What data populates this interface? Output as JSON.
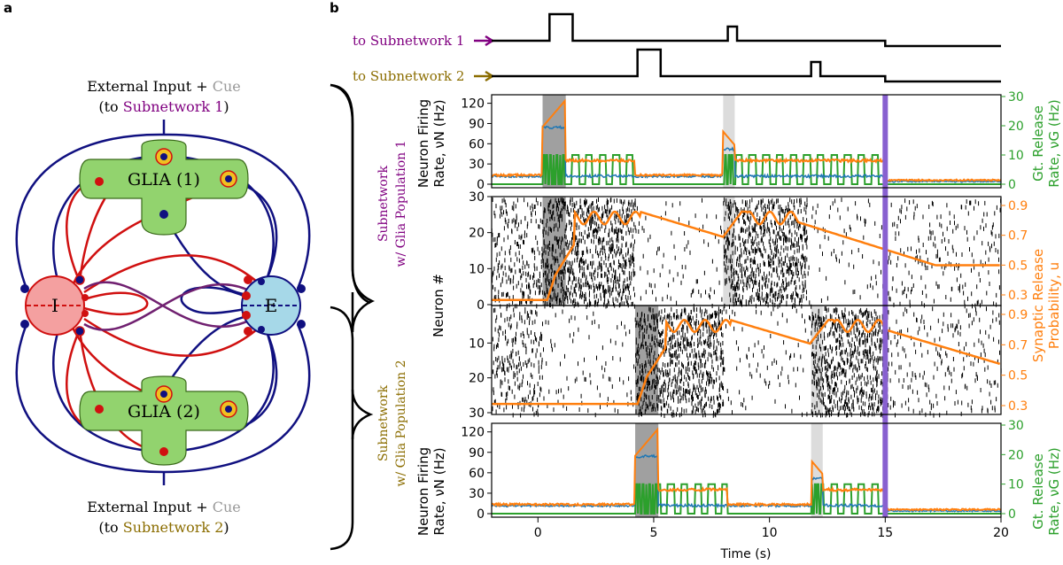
{
  "panel_a": {
    "label": "a",
    "top_input_line1_a": "External Input + ",
    "top_input_line1_b": "Cue",
    "top_input_line2_a": "(to ",
    "top_input_line2_b": "Subnetwork 1",
    "top_input_line2_c": ")",
    "bottom_input_line1_a": "External Input + ",
    "bottom_input_line1_b": "Cue",
    "bottom_input_line2_a": "(to ",
    "bottom_input_line2_b": "Subnetwork 2",
    "bottom_input_line2_c": ")",
    "glia1_label": "GLIA (1)",
    "glia2_label": "GLIA (2)",
    "inhibitory_label": "I",
    "excitatory_label": "E"
  },
  "panel_b": {
    "label": "b",
    "input1_label": "to Subnetwork 1",
    "input2_label": "to Subnetwork 2",
    "subnet1_line1": "Subnetwork",
    "subnet1_line2": "w/ Glia Population 1",
    "subnet2_line1": "Subnetwork",
    "subnet2_line2": "w/ Glia Population 2",
    "neuron_axis": "Neuron #",
    "rate_left_line1": "Neuron Firing",
    "rate_left_line2": "Rate, νN (Hz)",
    "rate_right_line1": "Gt. Release",
    "rate_right_line2": "Rate, νG (Hz)",
    "u_axis_line1": "Synaptic Release",
    "u_axis_line2": "Probability, u",
    "time_axis": "Time (s)"
  },
  "colors": {
    "subnet1": "#800080",
    "subnet2": "#8B6D00",
    "cue": "#999999",
    "inhibitory_fill": "#f4a0a0",
    "excitatory_fill": "#a6d8e8",
    "glia_fill": "#92d36e",
    "red_path": "#d01010",
    "blue_path": "#101080",
    "neuron_rate": "#1f77b4",
    "u_curve": "#ff7f0e",
    "glia_rate": "#2ca02c",
    "cutoff": "#8860d0"
  },
  "chart_data": [
    {
      "type": "line",
      "name": "input-pulses",
      "x_range": [
        -2,
        20
      ],
      "series": [
        {
          "name": "to Subnetwork 1",
          "pulses": [
            [
              0.5,
              1.5,
              "high"
            ],
            [
              8.2,
              8.6,
              "low"
            ]
          ],
          "off_after": 15
        },
        {
          "name": "to Subnetwork 2",
          "pulses": [
            [
              4.3,
              5.3,
              "high"
            ],
            [
              11.8,
              12.2,
              "low"
            ]
          ],
          "off_after": 15
        }
      ]
    },
    {
      "type": "line",
      "name": "subnetwork1-rates",
      "xlim": [
        -2,
        20
      ],
      "ylim_left": [
        0,
        130
      ],
      "ylim_right": [
        0,
        30
      ],
      "yticks_left": [
        0,
        30,
        60,
        90,
        120
      ],
      "yticks_right": [
        0,
        10,
        20,
        30
      ],
      "cue_windows": [
        [
          0.2,
          1.2,
          "dark"
        ],
        [
          8.0,
          8.5,
          "light"
        ]
      ],
      "cutoff_time": 15
    },
    {
      "type": "scatter",
      "name": "subnetwork1-raster",
      "ylim": [
        0,
        30
      ],
      "yticks": [
        0,
        10,
        20,
        30
      ],
      "yticks_right": [
        0.3,
        0.5,
        0.7,
        0.9
      ]
    },
    {
      "type": "scatter",
      "name": "subnetwork2-raster",
      "ylim": [
        30,
        0
      ],
      "yticks": [
        10,
        20,
        30
      ],
      "yticks_right": [
        0.3,
        0.5,
        0.7,
        0.9
      ]
    },
    {
      "type": "line",
      "name": "subnetwork2-rates",
      "xlim": [
        -2,
        20
      ],
      "ylim_left": [
        0,
        130
      ],
      "ylim_right": [
        0,
        30
      ],
      "yticks_left": [
        0,
        30,
        60,
        90,
        120
      ],
      "yticks_right": [
        0,
        10,
        20,
        30
      ],
      "xticks": [
        0,
        5,
        10,
        15,
        20
      ],
      "cue_windows": [
        [
          4.2,
          5.2,
          "dark"
        ],
        [
          11.8,
          12.3,
          "light"
        ]
      ],
      "cutoff_time": 15
    }
  ]
}
